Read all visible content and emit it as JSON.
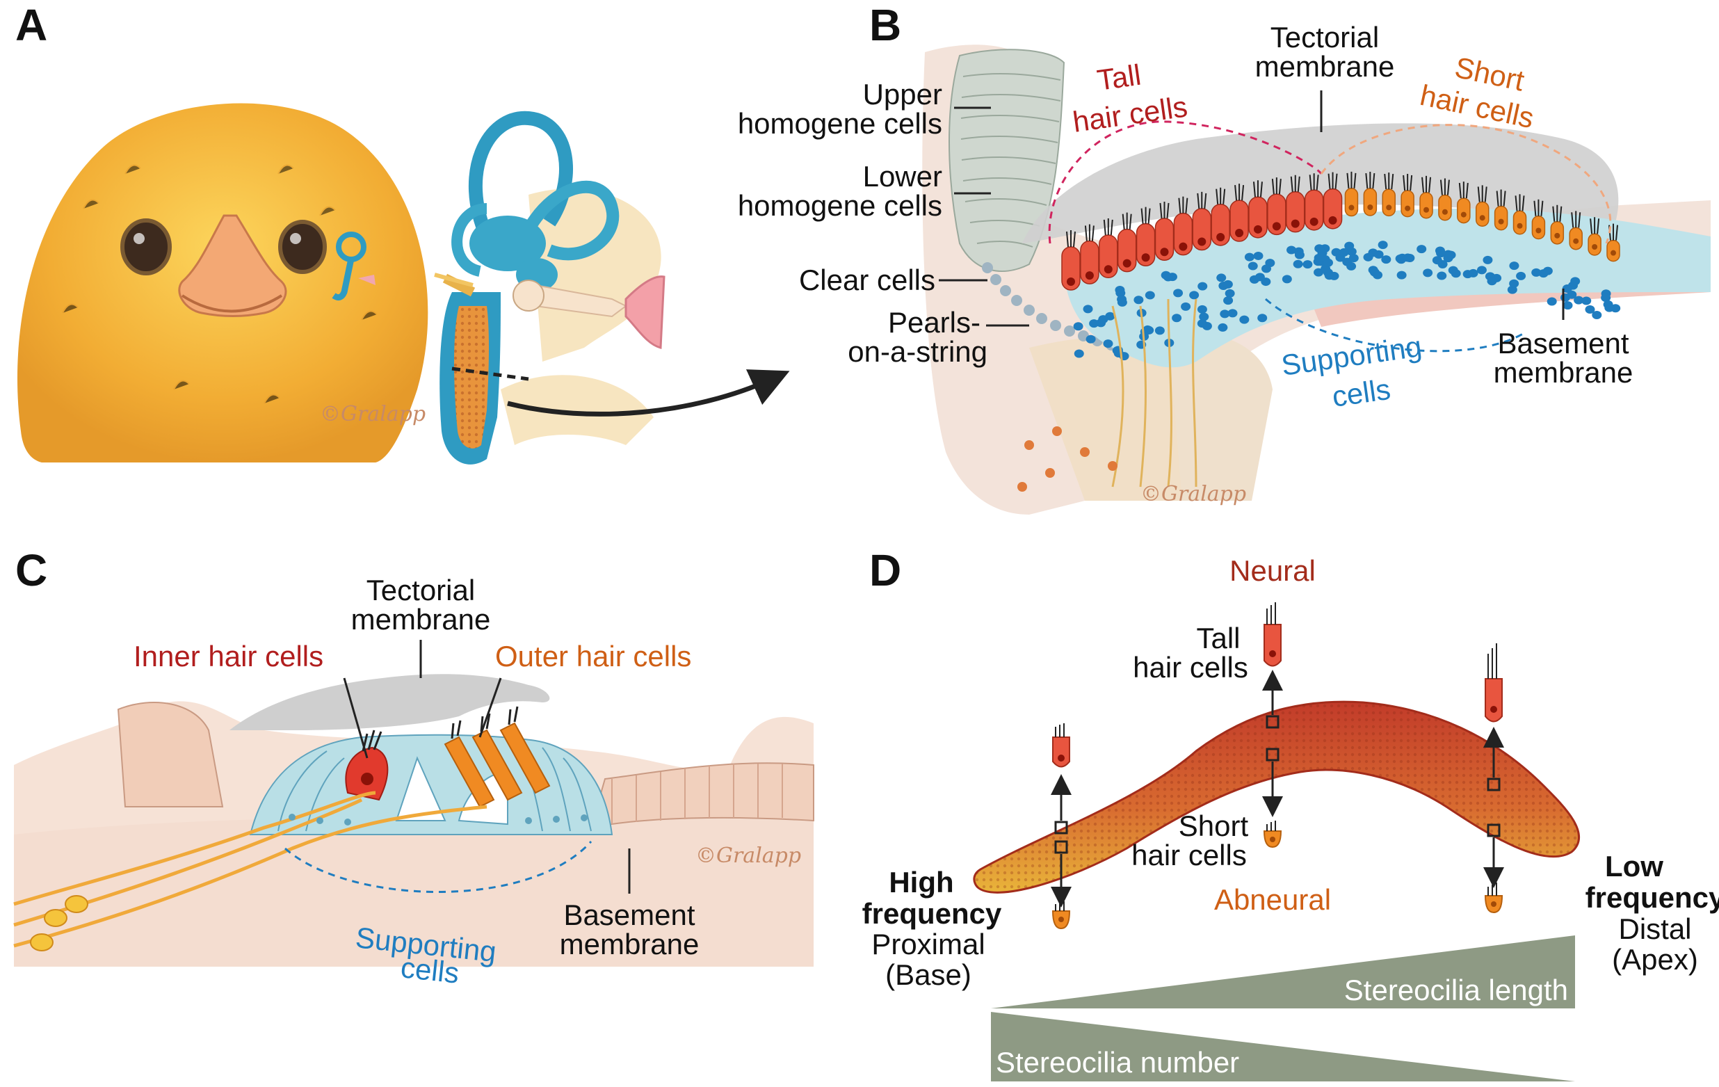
{
  "panels": {
    "A": {
      "letter": "A",
      "signature": "©Gralapp"
    },
    "B": {
      "letter": "B",
      "upper_homogene_1": "Upper",
      "upper_homogene_2": "homogene cells",
      "lower_homogene_1": "Lower",
      "lower_homogene_2": "homogene cells",
      "clear_cells": "Clear cells",
      "pearls_1": "Pearls-",
      "pearls_2": "on-a-string",
      "tall_1": "Tall",
      "tall_2": "hair cells",
      "tectorial_1": "Tectorial",
      "tectorial_2": "membrane",
      "short_1": "Short",
      "short_2": "hair cells",
      "supporting_1": "Supporting",
      "supporting_2": "cells",
      "basement_1": "Basement",
      "basement_2": "membrane",
      "signature": "©Gralapp"
    },
    "C": {
      "letter": "C",
      "tectorial_1": "Tectorial",
      "tectorial_2": "membrane",
      "inner_hair": "Inner hair cells",
      "outer_hair": "Outer hair cells",
      "supporting_1": "Supporting",
      "supporting_2": "cells",
      "basement_1": "Basement",
      "basement_2": "membrane",
      "signature": "©Gralapp"
    },
    "D": {
      "letter": "D",
      "neural": "Neural",
      "abneural": "Abneural",
      "tall_1": "Tall",
      "tall_2": "hair cells",
      "short_1": "Short",
      "short_2": "hair cells",
      "high_1": "High",
      "high_2": "frequency",
      "proximal": "Proximal",
      "base": "(Base)",
      "low_1": "Low",
      "low_2": "frequency",
      "distal": "Distal",
      "apex": "(Apex)",
      "stereocilia_length": "Stereocilia length",
      "stereocilia_number": "Stereocilia number"
    }
  },
  "colors": {
    "tall_hair": "#e8553f",
    "short_hair": "#f08a22",
    "supporting": "#1f7dc0",
    "tectorial": "#c9c9c9",
    "chick": "#f4b53a",
    "inner_ear": "#3aa7c9",
    "wedge": "#8e9a84"
  }
}
